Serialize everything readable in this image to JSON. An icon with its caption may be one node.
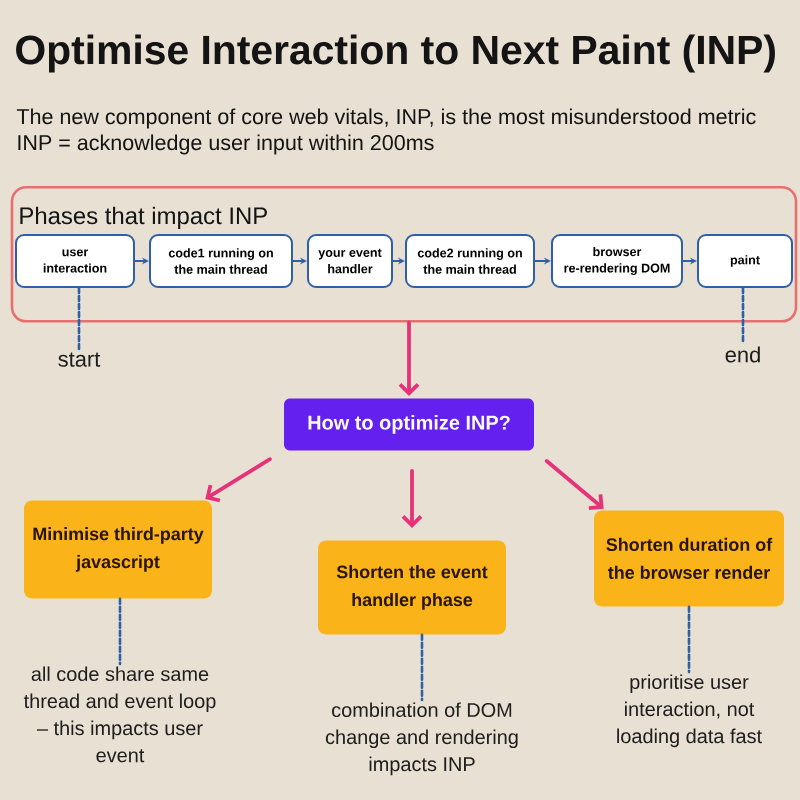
{
  "diagram": {
    "title": "Optimise Interaction to Next Paint (INP)",
    "nodes": [
      {
        "text": [
          "Phases that impact INP"
        ]
      },
      {
        "text": [
          "user interaction"
        ],
        "in": 0
      },
      {
        "text": [
          "code1 running on the main thread"
        ],
        "in": 0
      },
      {
        "text": [
          "your event handler"
        ],
        "in": 0
      },
      {
        "text": [
          "code2 running on the main thread"
        ],
        "in": 0
      },
      {
        "text": [
          "browser re-rendering DOM"
        ],
        "in": 0
      },
      {
        "text": [
          "paint"
        ],
        "in": 0
      },
      {
        "text": [
          "start"
        ]
      },
      {
        "text": [
          "end"
        ]
      },
      {
        "text": [
          "How to optimize INP?"
        ]
      },
      {
        "text": [
          "Minimise third-party javascript"
        ]
      },
      {
        "text": [
          "Shorten the event handler phase"
        ]
      },
      {
        "text": [
          "Shorten duration of the browser render"
        ]
      },
      {
        "text": [
          "all code share same thread and event loop – this impacts user event"
        ]
      },
      {
        "text": [
          "combination of DOM change and rendering impacts INP"
        ]
      },
      {
        "text": [
          "prioritise user interaction, not loading data fast"
        ]
      }
    ],
    "edges": [
      {
        "from": 1,
        "to": 2,
        "arrow": "to"
      },
      {
        "from": 2,
        "to": 3,
        "arrow": "to"
      },
      {
        "from": 3,
        "to": 4,
        "arrow": "to"
      },
      {
        "from": 4,
        "to": 5,
        "arrow": "to"
      },
      {
        "from": 5,
        "to": 6,
        "arrow": "to"
      },
      {
        "from": 1,
        "to": 7,
        "arrow": "none",
        "style": "dashed"
      },
      {
        "from": 6,
        "to": 8,
        "arrow": "none",
        "style": "dashed"
      },
      {
        "from": 0,
        "to": 9,
        "arrow": "to",
        "color": "#e5337a"
      },
      {
        "from": 9,
        "to": 10,
        "arrow": "to",
        "color": "#e5337a"
      },
      {
        "from": 9,
        "to": 11,
        "arrow": "to",
        "color": "#e5337a"
      },
      {
        "from": 9,
        "to": 12,
        "arrow": "to",
        "color": "#e5337a"
      },
      {
        "from": 10,
        "to": 13,
        "arrow": "none",
        "style": "dashed"
      },
      {
        "from": 11,
        "to": 14,
        "arrow": "none",
        "style": "dashed"
      },
      {
        "from": 12,
        "to": 15,
        "arrow": "none",
        "style": "dashed"
      }
    ],
    "labels": [
      "The new component of core web vitals, INP, is the most misunderstood metric",
      "INP = acknowledge user input within 200ms"
    ]
  }
}
